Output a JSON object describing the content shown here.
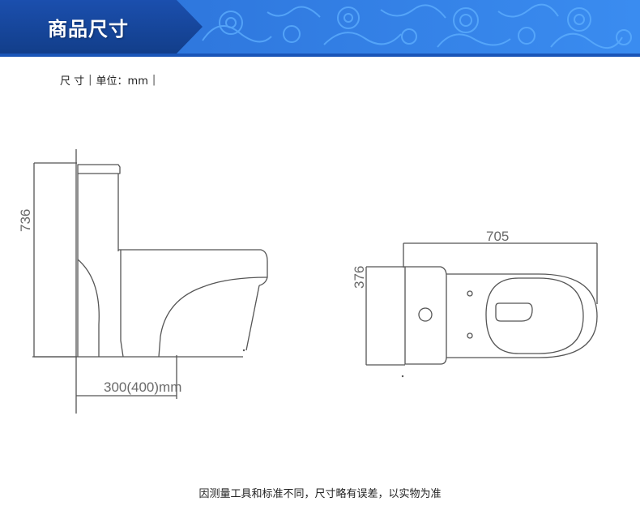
{
  "banner": {
    "title": "商品尺寸"
  },
  "unit": {
    "label": "尺 寸",
    "value": "单位：mm"
  },
  "dimensions": {
    "height": "736",
    "depth": "376",
    "length": "705",
    "rough_in": "300(400)mm"
  },
  "footer": {
    "note": "因测量工具和标准不同，尺寸略有误差，以实物为准"
  },
  "colors": {
    "banner_dark": "#123e8a",
    "banner_light": "#2d78e0",
    "line": "#555555"
  }
}
